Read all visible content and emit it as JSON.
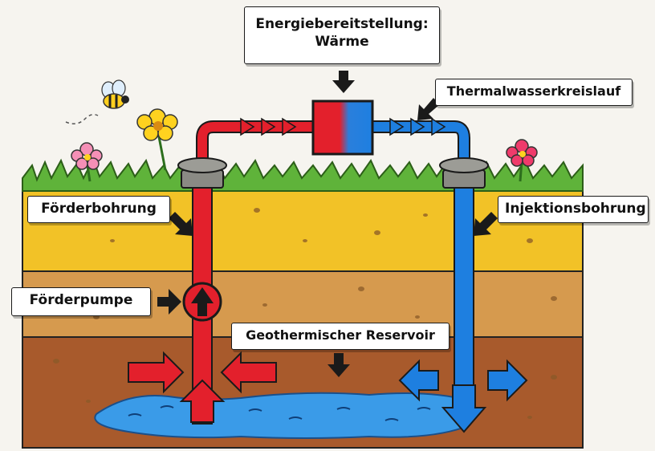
{
  "labels": {
    "energy_title_line1": "Energiebereitstellung:",
    "energy_title_line2": "Wärme",
    "thermal_loop": "Thermalwasserkreislauf",
    "production_well": "Förderbohrung",
    "injection_well": "Injektionsbohrung",
    "production_pump": "Förderpumpe",
    "reservoir": "Geothermischer Reservoir"
  },
  "colors": {
    "hot_water": "#e3202c",
    "cold_water": "#1e7fe0",
    "grass": "#5fb33a",
    "topsoil": "#f2c227",
    "middle_soil": "#d69a4e",
    "deep_soil": "#a85a2c",
    "reservoir_water": "#3a9be8"
  },
  "icons": [
    "bee-icon",
    "flower-icon",
    "heat-exchanger-icon",
    "pump-icon",
    "arrow-icon"
  ]
}
